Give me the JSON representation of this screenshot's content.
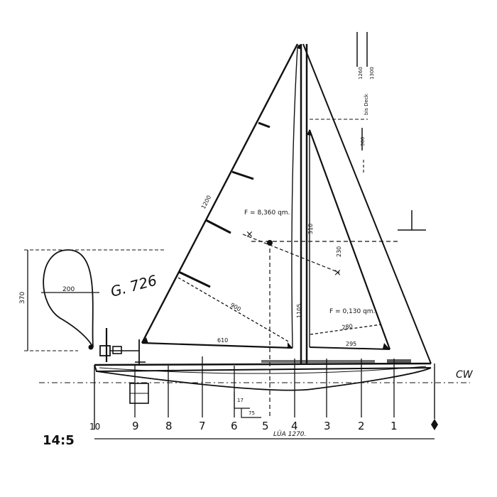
{
  "labels": {
    "luff_length": "1200",
    "area_main": "F = 8,360 qm.",
    "area_jib": "F = 0,130 qm.",
    "mast_dim": "310",
    "jib_dim": "230",
    "main_diag": "900",
    "boom": "610",
    "jib_foot": "295",
    "jib_diag": "280",
    "mast_lower": "1105",
    "top_dim_1": "1260",
    "top_dim_2": "1300",
    "top_dim_deck": "bis Deck",
    "top_dim_3": "300",
    "spinnaker_height": "370",
    "spinnaker_width": "200",
    "handwritten_note": "G. 726",
    "waterline": "CW",
    "loa": "LÜA 1270.",
    "keel_dim": "75",
    "draft_dim": "17",
    "corner_text": "14:5"
  },
  "stations": [
    "10",
    "9",
    "8",
    "7",
    "6",
    "5",
    "4",
    "3",
    "2",
    "1"
  ]
}
